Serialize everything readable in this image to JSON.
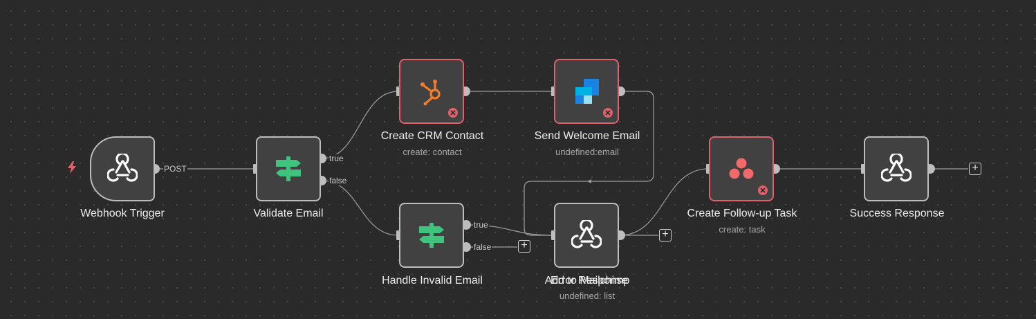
{
  "workflow": {
    "nodes": {
      "webhook": {
        "title": "Webhook Trigger",
        "icon": "webhook-icon"
      },
      "validate": {
        "title": "Validate Email",
        "icon": "if-signpost-icon"
      },
      "crm": {
        "title": "Create CRM Contact",
        "subtitle": "create: contact",
        "icon": "hubspot-icon",
        "status": "error"
      },
      "welcome": {
        "title": "Send Welcome Email",
        "subtitle": "undefined:email",
        "icon": "sendgrid-icon",
        "status": "error"
      },
      "invalid": {
        "title": "Handle Invalid Email",
        "icon": "if-signpost-icon"
      },
      "mailchimp": {
        "title": "Add to Mailchimp",
        "title_overlap": "Error Response",
        "subtitle": "undefined: list",
        "icon": "webhook-icon"
      },
      "followup": {
        "title": "Create Follow-up Task",
        "subtitle": "create: task",
        "icon": "asana-icon",
        "status": "error"
      },
      "success": {
        "title": "Success Response",
        "icon": "webhook-icon"
      }
    },
    "edge_labels": {
      "post": "POST",
      "validate_true": "true",
      "validate_false": "false",
      "invalid_true": "true",
      "invalid_false": "false"
    },
    "add_button": "+"
  },
  "colors": {
    "canvas": "#2a2a2a",
    "node_fill": "#414141",
    "node_border": "#bdbdbd",
    "error_border": "#e0626b",
    "edge": "#9e9e9e",
    "trigger_bolt": "#e0626b",
    "if_green": "#3ec47c",
    "hubspot_orange": "#f57b2a",
    "asana_pink": "#f06a6a"
  }
}
